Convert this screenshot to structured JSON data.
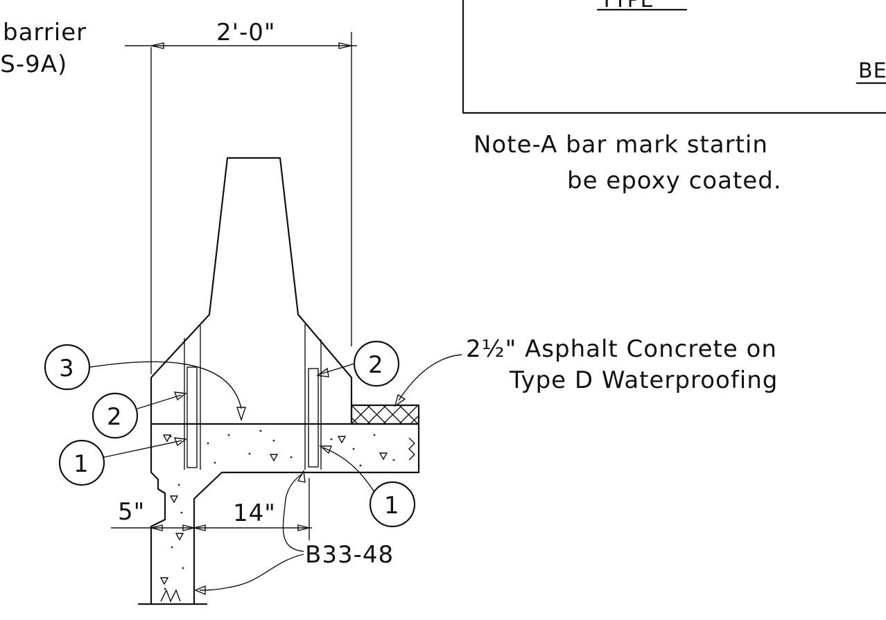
{
  "top_labels": {
    "barrier_label": "barrier",
    "barrier_ref": "(S-9A)",
    "width_dim": "2'-0\""
  },
  "table_fragment": {
    "title_fragment": "TYPE",
    "corner_fragment": "BE"
  },
  "note": {
    "line1": "Note-A bar mark startin",
    "line2": "be epoxy coated."
  },
  "surface_label": {
    "line1": "2½\" Asphalt Concrete on",
    "line2": "Type D   Waterproofing"
  },
  "callouts": [
    {
      "id": "3"
    },
    {
      "id": "2"
    },
    {
      "id": "1"
    },
    {
      "id": "2"
    },
    {
      "id": "1"
    }
  ],
  "dimensions": {
    "left_offset": "5\"",
    "inner_width": "14\""
  },
  "bar_mark": "B33-48"
}
